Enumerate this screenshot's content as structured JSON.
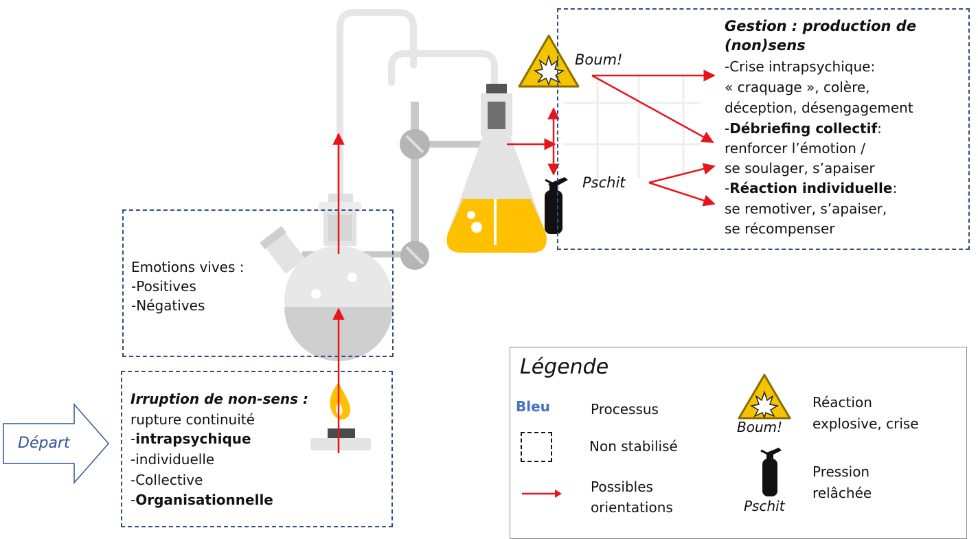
{
  "start": {
    "label": "Départ"
  },
  "emotions": {
    "title": "Emotions vives :",
    "items": [
      "-Positives",
      "-Négatives"
    ]
  },
  "irruption": {
    "title": "Irruption de non-sens :",
    "subtitle": "rupture  continuité",
    "items": [
      {
        "prefix": "-",
        "text": "intrapsychique",
        "bold": true
      },
      {
        "prefix": "-",
        "text": "individuelle",
        "bold": false
      },
      {
        "prefix": "-",
        "text": "Collective",
        "bold": false
      },
      {
        "prefix": "-",
        "text": "Organisationnelle",
        "bold": true
      }
    ]
  },
  "outcomes": {
    "boum": "Boum!",
    "pschit": "Pschit"
  },
  "gestion": {
    "title_line1": "Gestion : production de",
    "title_line2": "(non)sens",
    "line1": "-Crise intrapsychique:",
    "line2": "« craquage », colère,",
    "line3": "déception, désengagement",
    "debrief_prefix": "-",
    "debrief_bold": "Débriefing collectif",
    "debrief_suffix": ":",
    "line5": "renforcer l’émotion /",
    "line6": "se soulager, s’apaiser",
    "reaction_prefix": "-",
    "reaction_bold": "Réaction individuelle",
    "reaction_suffix": ":",
    "line8": "se remotiver, s’apaiser,",
    "line9": "se récompenser"
  },
  "legend": {
    "title": "Légende",
    "bleu": "Bleu",
    "processus": "Processus",
    "non_stabilise": "Non stabilisé",
    "orient_1": "Possibles",
    "orient_2": "orientations",
    "boum": "Boum!",
    "boum_desc_1": "Réaction",
    "boum_desc_2": "explosive, crise",
    "pschit": "Pschit",
    "pschit_desc_1": "Pression",
    "pschit_desc_2": "relâchée"
  },
  "colors": {
    "arrow": "#e8141c",
    "dashed_border": "#2f4f7f",
    "liquid": "#ffc000",
    "flask": "#e3e3e3",
    "start_arrow": "#2f5597",
    "bleu": "#4472c4"
  },
  "icons": [
    "warning-explosion-icon",
    "fire-extinguisher-icon",
    "flame-icon",
    "beaker-icon",
    "round-flask-icon"
  ]
}
